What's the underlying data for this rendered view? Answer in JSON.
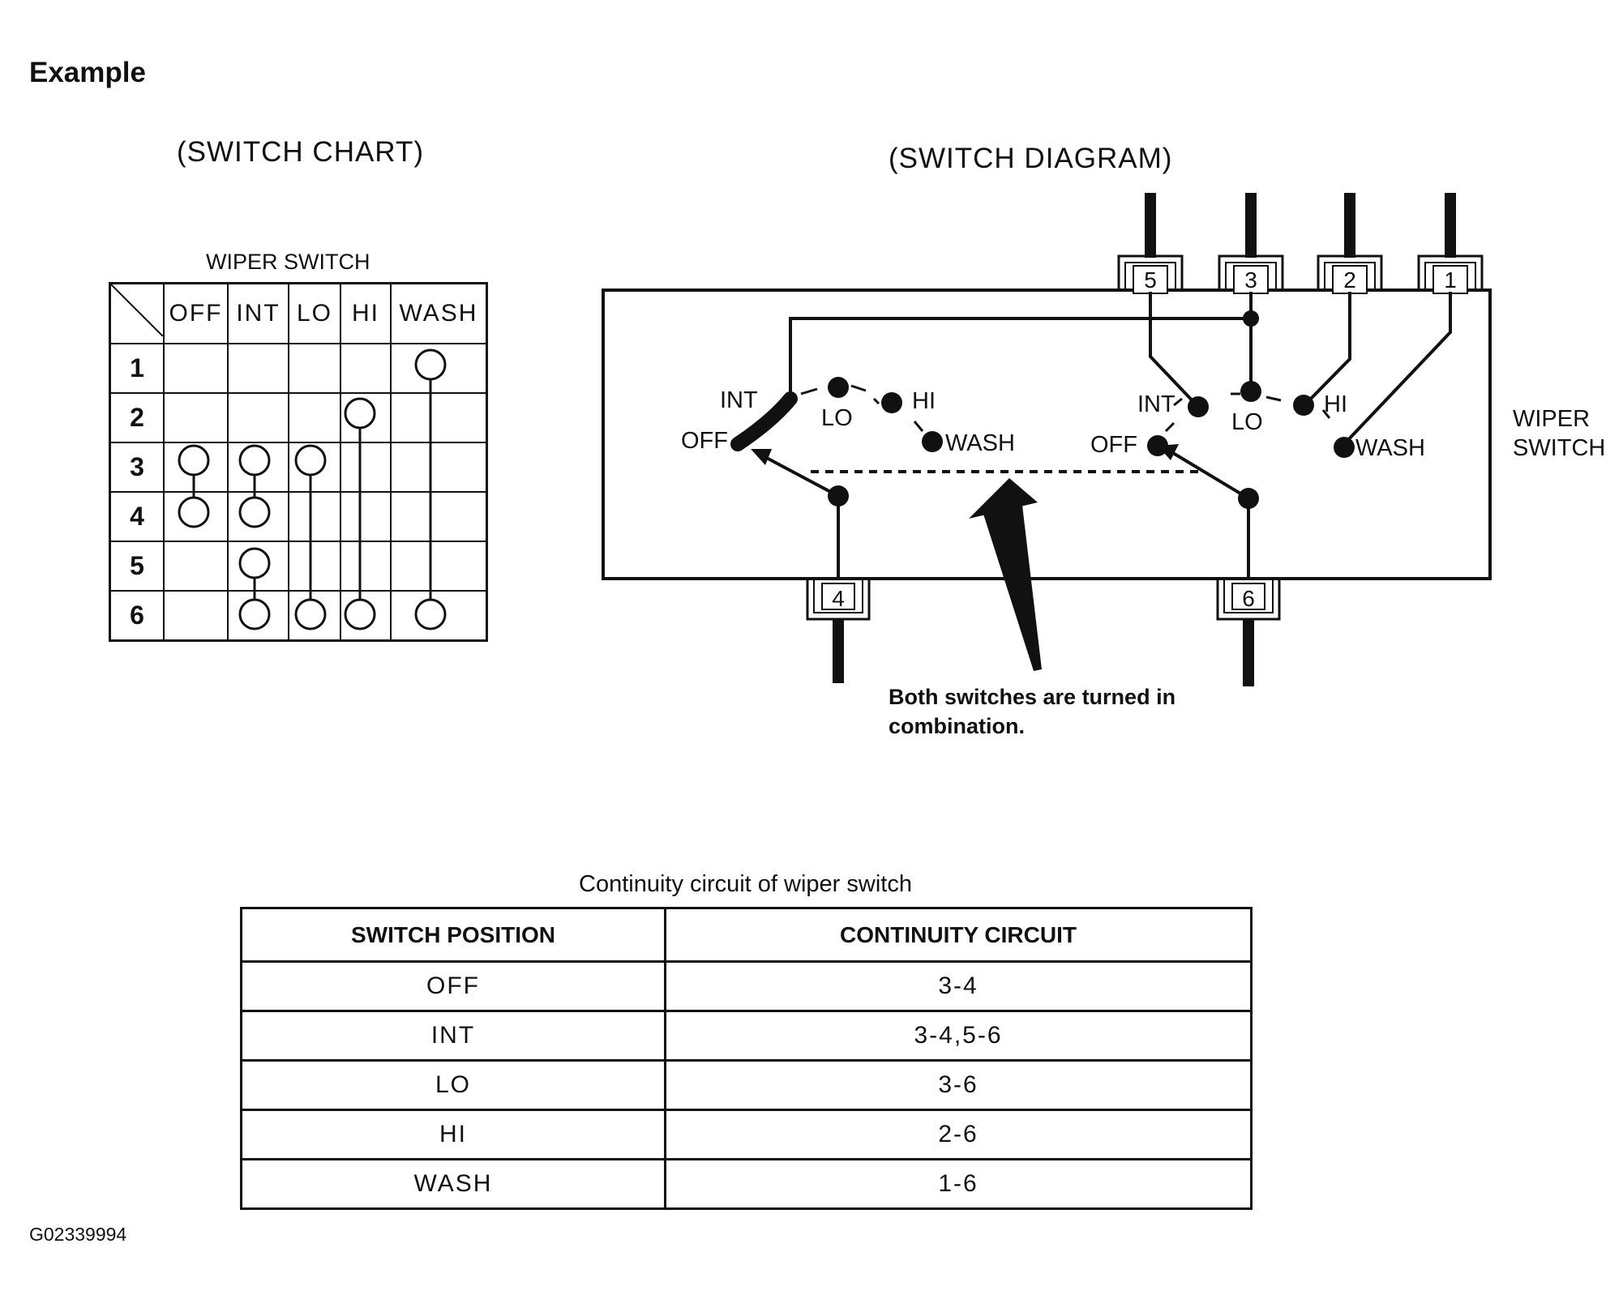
{
  "header": {
    "example_label": "Example"
  },
  "switch_chart": {
    "title": "(SWITCH CHART)",
    "caption": "WIPER SWITCH",
    "columns": [
      "OFF",
      "INT",
      "LO",
      "HI",
      "WASH"
    ],
    "rows": [
      "1",
      "2",
      "3",
      "4",
      "5",
      "6"
    ]
  },
  "switch_diagram": {
    "title": "(SWITCH DIAGRAM)",
    "terminals": [
      "5",
      "3",
      "2",
      "1",
      "4",
      "6"
    ],
    "left_positions": [
      "INT",
      "LO",
      "HI",
      "OFF",
      "WASH"
    ],
    "right_positions": [
      "INT",
      "LO",
      "HI",
      "OFF",
      "WASH"
    ],
    "side_label_line1": "WIPER",
    "side_label_line2": "SWITCH",
    "note": "Both switches are turned in combination."
  },
  "continuity": {
    "caption": "Continuity circuit of wiper switch",
    "headers": [
      "SWITCH POSITION",
      "CONTINUITY CIRCUIT"
    ],
    "rows": [
      {
        "position": "OFF",
        "circuit": "3-4"
      },
      {
        "position": "INT",
        "circuit": "3-4,5-6"
      },
      {
        "position": "LO",
        "circuit": "3-6"
      },
      {
        "position": "HI",
        "circuit": "2-6"
      },
      {
        "position": "WASH",
        "circuit": "1-6"
      }
    ]
  },
  "figure_id": "G02339994"
}
